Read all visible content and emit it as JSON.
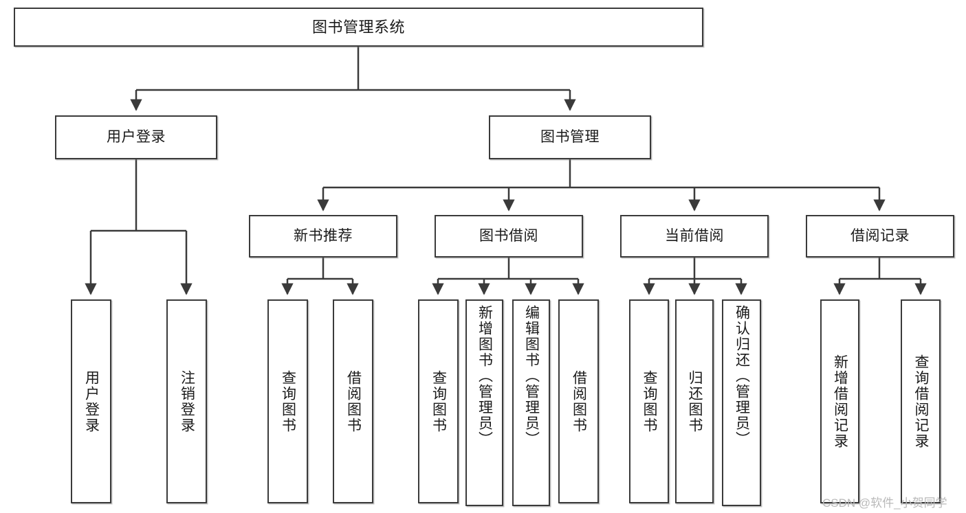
{
  "diagram": {
    "title": "图书管理系统",
    "type": "tree-hierarchy-chart",
    "colors": {
      "stroke": "#3a3a3a",
      "fill": "#ffffff",
      "text": "#1a1a1a",
      "watermark": "#b9b9b9"
    }
  },
  "root": {
    "label": "图书管理系统"
  },
  "level2": [
    {
      "label": "用户登录"
    },
    {
      "label": "图书管理"
    }
  ],
  "level3": [
    {
      "label": "新书推荐"
    },
    {
      "label": "图书借阅"
    },
    {
      "label": "当前借阅"
    },
    {
      "label": "借阅记录"
    }
  ],
  "leaves": {
    "user_login": [
      {
        "label": "用户登录"
      },
      {
        "label": "注销登录"
      }
    ],
    "new_book_recommend": [
      {
        "label": "查询图书"
      },
      {
        "label": "借阅图书"
      }
    ],
    "book_borrow": [
      {
        "label": "查询图书"
      },
      {
        "label": "新增图书（管理员）"
      },
      {
        "label": "编辑图书（管理员）"
      },
      {
        "label": "借阅图书"
      }
    ],
    "current_borrow": [
      {
        "label": "查询图书"
      },
      {
        "label": "归还图书"
      },
      {
        "label": "确认归还（管理员）"
      }
    ],
    "borrow_record": [
      {
        "label": "新增借阅记录"
      },
      {
        "label": "查询借阅记录"
      }
    ]
  },
  "watermark": {
    "text": "CSDN @软件_小贺同学"
  }
}
